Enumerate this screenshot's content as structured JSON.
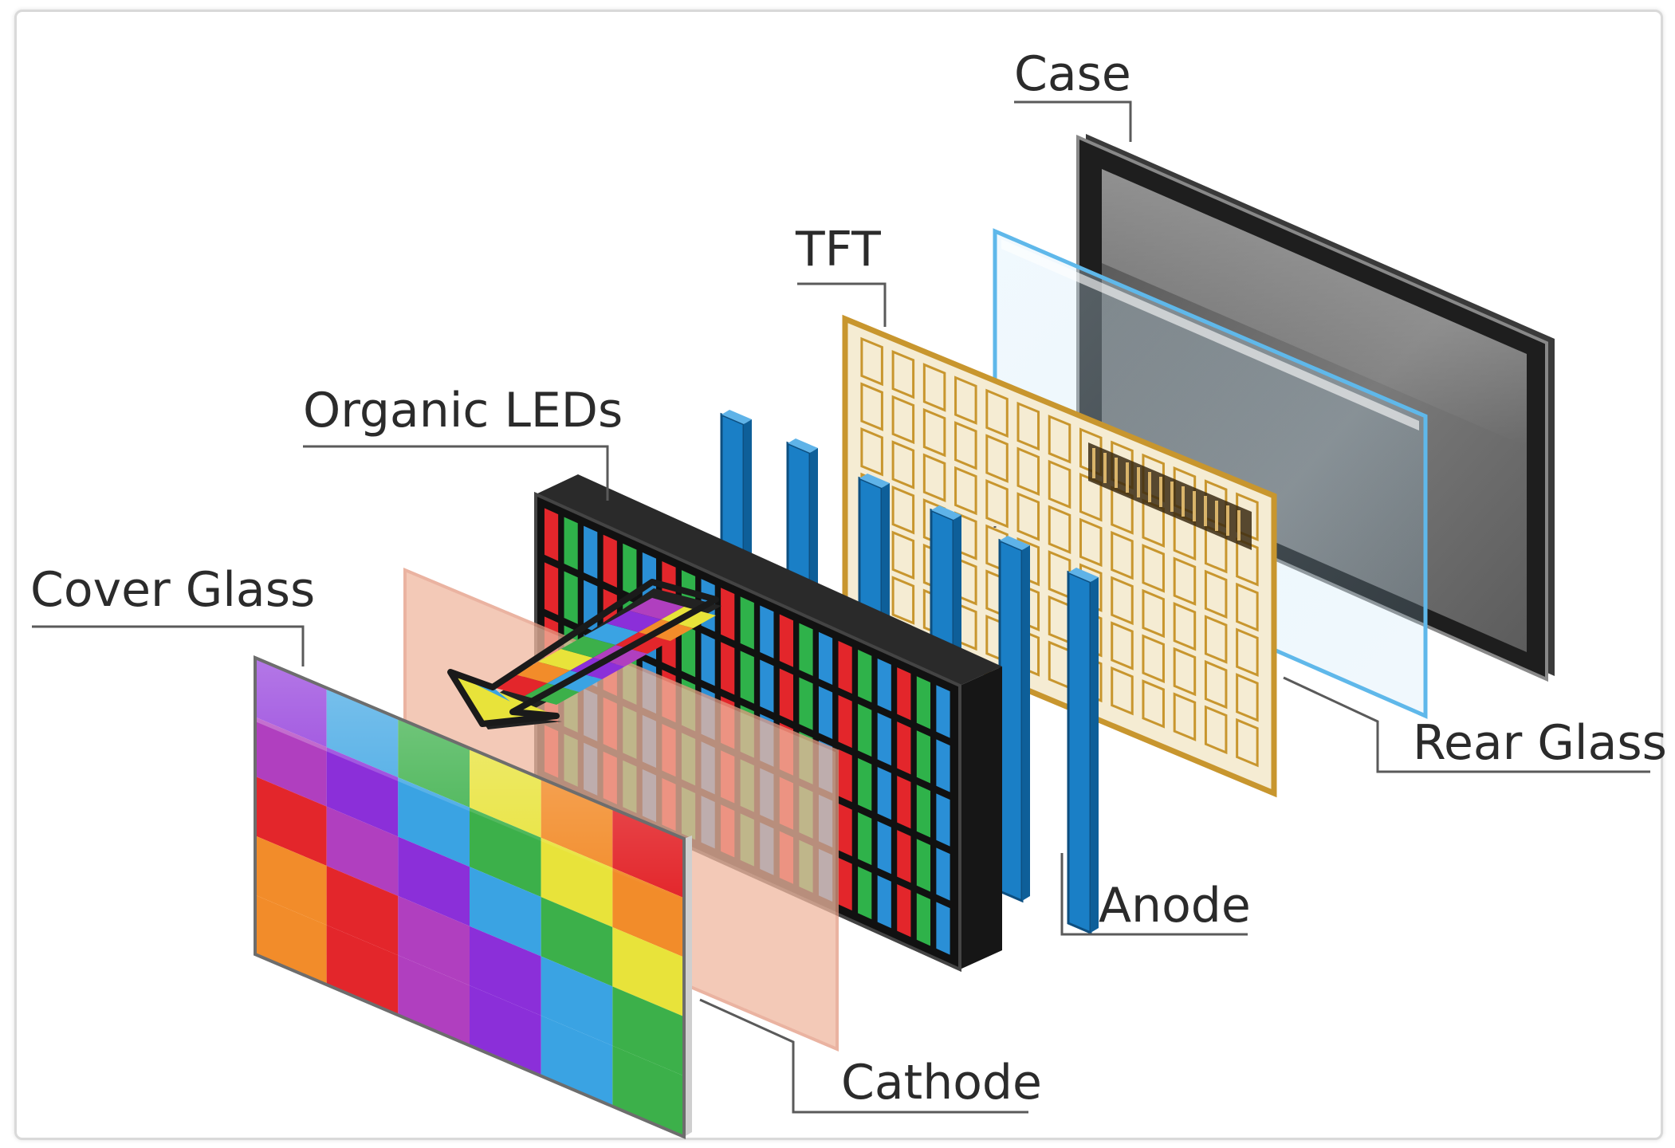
{
  "labels": {
    "case": "Case",
    "tft": "TFT",
    "organic_leds": "Organic LEDs",
    "cover_glass": "Cover Glass",
    "rear_glass": "Rear Glass",
    "anode": "Anode",
    "cathode": "Cathode"
  },
  "colors": {
    "case_frame": "#1e1e1e",
    "case_screen": "#6b6b6b",
    "tft_gold": "#c8962e",
    "tft_fill": "#f5ecd3",
    "anode_blue": "#1a7fc6",
    "cathode_tint": "#f0b8a0",
    "led_red": "#e3262b",
    "led_green": "#2fb24a",
    "led_blue": "#2a8fd6"
  },
  "icons": {
    "arrow": "rainbow-arrow-icon"
  }
}
